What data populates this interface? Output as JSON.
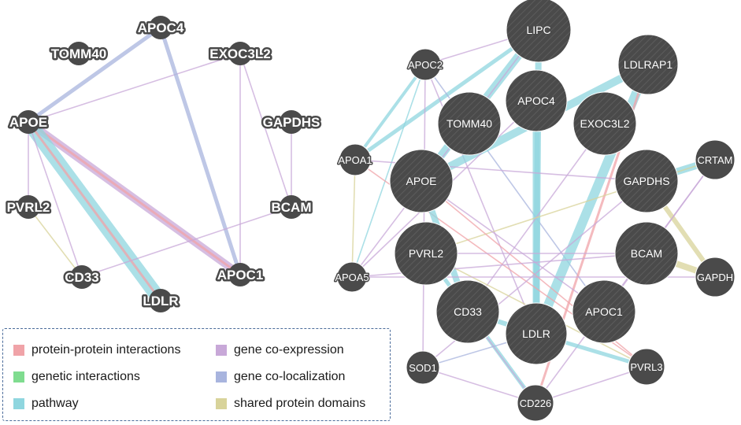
{
  "colors": {
    "protein": "#f0a3a8",
    "genetic": "#7fdc8f",
    "pathway": "#8fd6df",
    "coexpr": "#c8a8d8",
    "coloc": "#a8b4de",
    "domains": "#d8d39a",
    "node": "#4a4a4a",
    "node_stroke": "#ffffff"
  },
  "legend": [
    {
      "label": "protein-protein interactions",
      "color": "#f0a3a8"
    },
    {
      "label": "genetic interactions",
      "color": "#7fdc8f"
    },
    {
      "label": "pathway",
      "color": "#8fd6df"
    },
    {
      "label": "gene co-expression",
      "color": "#c8a8d8"
    },
    {
      "label": "gene co-localization",
      "color": "#a8b4de"
    },
    {
      "label": "shared protein domains",
      "color": "#d8d39a"
    }
  ],
  "left_network": {
    "nodes": [
      "APOC4",
      "TOMM40",
      "EXOC3L2",
      "APOE",
      "GAPDHS",
      "PVRL2",
      "BCAM",
      "CD33",
      "APOC1",
      "LDLR"
    ],
    "edges": [
      {
        "from": "APOE",
        "to": "APOC1",
        "type": "coexpr"
      },
      {
        "from": "APOE",
        "to": "APOC1",
        "type": "protein"
      },
      {
        "from": "APOE",
        "to": "LDLR",
        "type": "pathway"
      },
      {
        "from": "APOE",
        "to": "LDLR",
        "type": "protein"
      },
      {
        "from": "APOE",
        "to": "APOC4",
        "type": "coloc"
      },
      {
        "from": "APOE",
        "to": "EXOC3L2",
        "type": "coexpr"
      },
      {
        "from": "APOE",
        "to": "PVRL2",
        "type": "coexpr"
      },
      {
        "from": "APOE",
        "to": "CD33",
        "type": "coexpr"
      },
      {
        "from": "APOC4",
        "to": "APOC1",
        "type": "coloc"
      },
      {
        "from": "EXOC3L2",
        "to": "BCAM",
        "type": "coexpr"
      },
      {
        "from": "EXOC3L2",
        "to": "APOC1",
        "type": "coexpr"
      },
      {
        "from": "GAPDHS",
        "to": "BCAM",
        "type": "coexpr"
      },
      {
        "from": "PVRL2",
        "to": "CD33",
        "type": "domains"
      },
      {
        "from": "CD33",
        "to": "BCAM",
        "type": "coexpr"
      }
    ]
  },
  "right_network": {
    "nodes": [
      "LIPC",
      "APOC2",
      "LDLRAP1",
      "APOC4",
      "TOMM40",
      "EXOC3L2",
      "CRTAM",
      "APOA1",
      "APOE",
      "GAPDHS",
      "PVRL2",
      "BCAM",
      "APOA5",
      "GAPDH",
      "CD33",
      "APOC1",
      "LDLR",
      "SOD1",
      "PVRL3",
      "CD226"
    ],
    "edges": [
      {
        "from": "LIPC",
        "to": "APOA1",
        "type": "pathway"
      },
      {
        "from": "LIPC",
        "to": "APOE",
        "type": "pathway"
      },
      {
        "from": "LIPC",
        "to": "LDLR",
        "type": "pathway"
      },
      {
        "from": "LIPC",
        "to": "APOC2",
        "type": "coexpr"
      },
      {
        "from": "LIPC",
        "to": "APOA5",
        "type": "coexpr"
      },
      {
        "from": "APOC2",
        "to": "APOA1",
        "type": "pathway"
      },
      {
        "from": "APOC2",
        "to": "APOA5",
        "type": "pathway"
      },
      {
        "from": "APOC2",
        "to": "LDLR",
        "type": "coexpr"
      },
      {
        "from": "APOC2",
        "to": "SOD1",
        "type": "coexpr"
      },
      {
        "from": "APOC2",
        "to": "APOC1",
        "type": "coloc"
      },
      {
        "from": "LDLRAP1",
        "to": "LDLR",
        "type": "pathway"
      },
      {
        "from": "LDLRAP1",
        "to": "APOE",
        "type": "pathway"
      },
      {
        "from": "LDLRAP1",
        "to": "CD226",
        "type": "protein"
      },
      {
        "from": "APOC4",
        "to": "LDLR",
        "type": "pathway"
      },
      {
        "from": "APOC4",
        "to": "APOA5",
        "type": "coexpr"
      },
      {
        "from": "EXOC3L2",
        "to": "CD33",
        "type": "coexpr"
      },
      {
        "from": "CRTAM",
        "to": "GAPDHS",
        "type": "pathway"
      },
      {
        "from": "CRTAM",
        "to": "PVRL2",
        "type": "domains"
      },
      {
        "from": "CRTAM",
        "to": "CD226",
        "type": "coexpr"
      },
      {
        "from": "APOA1",
        "to": "APOA5",
        "type": "domains"
      },
      {
        "from": "APOA1",
        "to": "GAPDHS",
        "type": "coexpr"
      },
      {
        "from": "APOA1",
        "to": "PVRL3",
        "type": "protein"
      },
      {
        "from": "APOE",
        "to": "CD33",
        "type": "pathway"
      },
      {
        "from": "APOE",
        "to": "APOC1",
        "type": "coexpr"
      },
      {
        "from": "APOE",
        "to": "PVRL3",
        "type": "protein"
      },
      {
        "from": "GAPDHS",
        "to": "GAPDH",
        "type": "domains"
      },
      {
        "from": "GAPDHS",
        "to": "SOD1",
        "type": "coexpr"
      },
      {
        "from": "PVRL2",
        "to": "PVRL3",
        "type": "domains"
      },
      {
        "from": "PVRL2",
        "to": "CD226",
        "type": "pathway"
      },
      {
        "from": "PVRL2",
        "to": "BCAM",
        "type": "coexpr"
      },
      {
        "from": "BCAM",
        "to": "GAPDH",
        "type": "domains"
      },
      {
        "from": "BCAM",
        "to": "APOA5",
        "type": "coexpr"
      },
      {
        "from": "APOA5",
        "to": "GAPDH",
        "type": "coexpr"
      },
      {
        "from": "CD33",
        "to": "LDLR",
        "type": "pathway"
      },
      {
        "from": "CD33",
        "to": "CD226",
        "type": "coexpr"
      },
      {
        "from": "APOC1",
        "to": "CRTAM",
        "type": "coexpr"
      },
      {
        "from": "LDLR",
        "to": "PVRL3",
        "type": "pathway"
      },
      {
        "from": "LDLR",
        "to": "SOD1",
        "type": "coloc"
      },
      {
        "from": "SOD1",
        "to": "CD226",
        "type": "coexpr"
      },
      {
        "from": "PVRL3",
        "to": "CD226",
        "type": "coexpr"
      }
    ]
  }
}
